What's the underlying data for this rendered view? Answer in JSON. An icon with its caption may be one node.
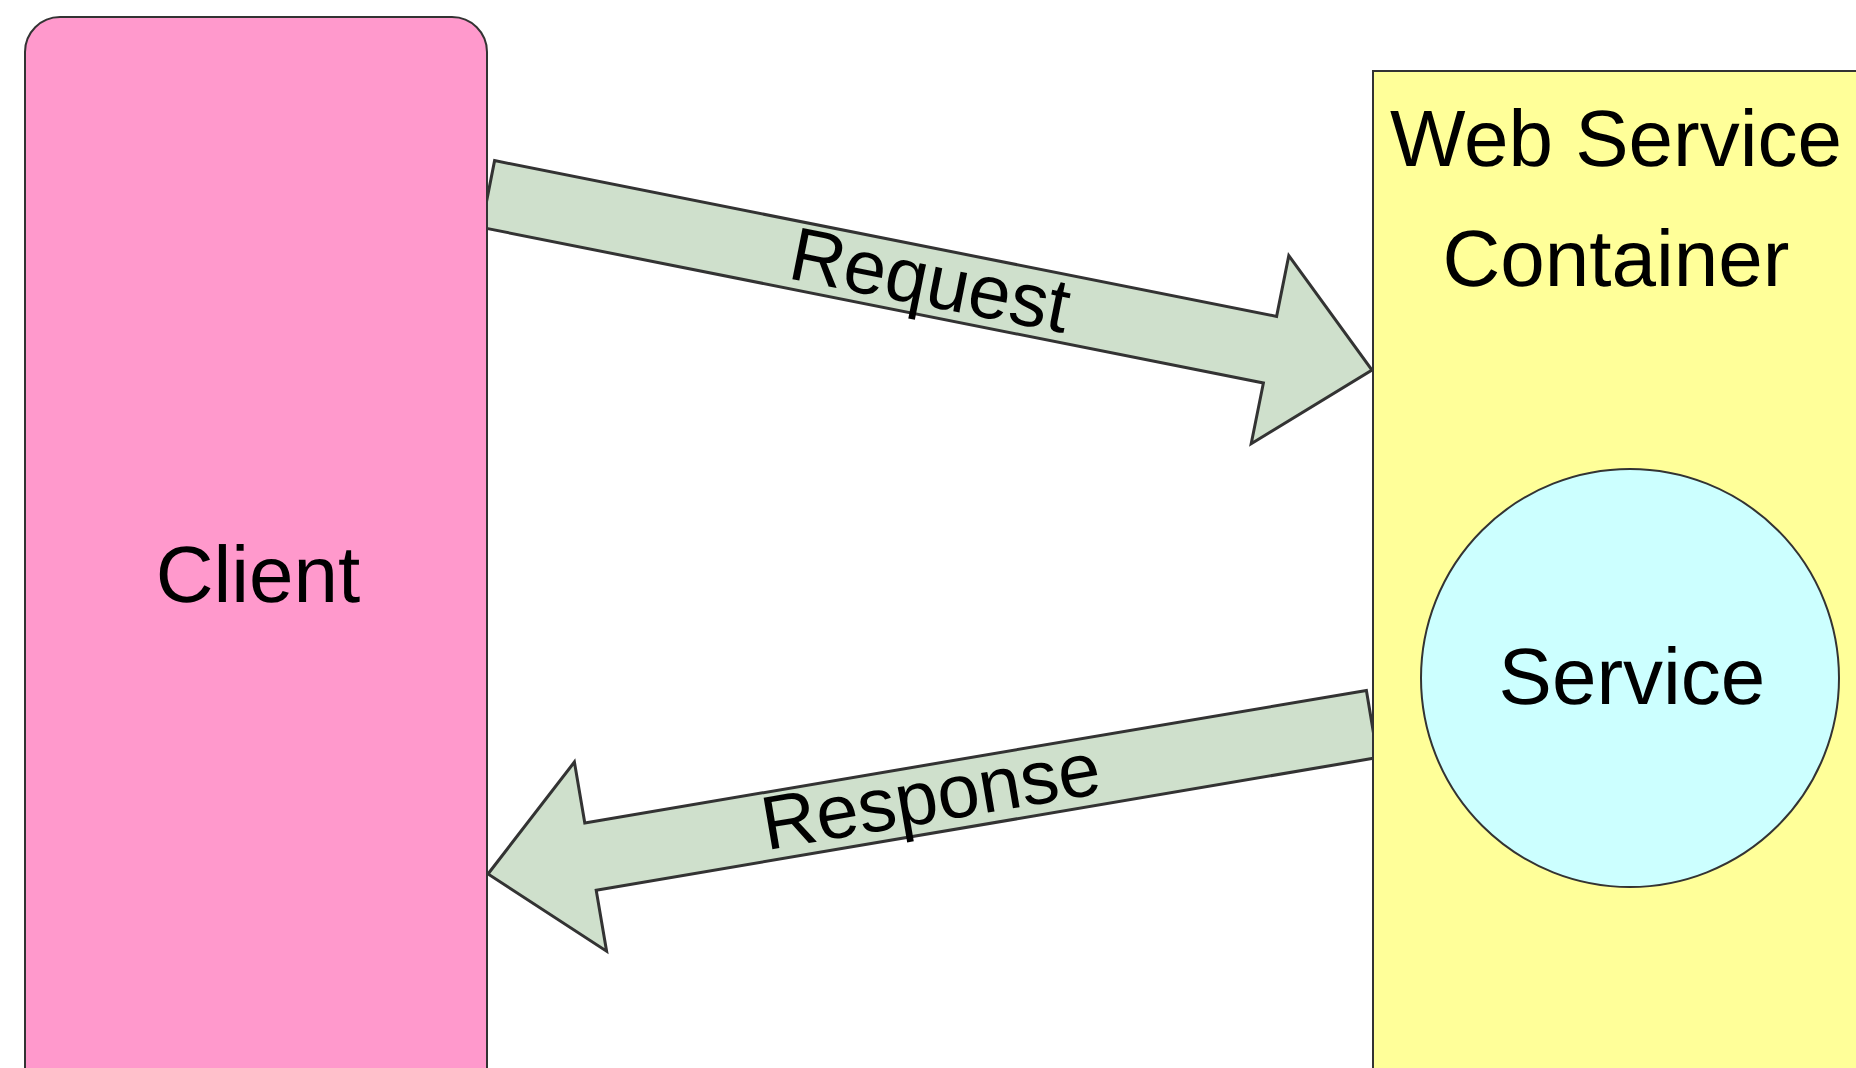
{
  "diagram": {
    "nodes": [
      {
        "text": [
          "Client"
        ]
      },
      {
        "text": [
          "Web Service Container"
        ]
      },
      {
        "text": [
          "Service"
        ],
        "in": 1
      }
    ],
    "edges": [
      {
        "from": 0,
        "to": 1,
        "arrow": "to",
        "label": "Request"
      },
      {
        "from": 1,
        "to": 0,
        "arrow": "to",
        "label": "Response"
      }
    ]
  }
}
